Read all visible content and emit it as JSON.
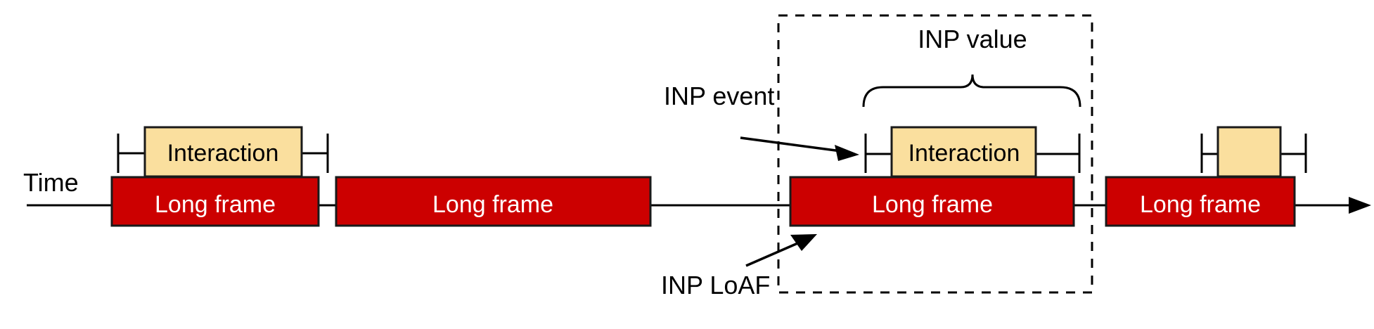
{
  "diagram": {
    "title": "INP timeline diagram",
    "colors": {
      "long_frame_fill": "#CC0000",
      "interaction_fill": "#FADF9E",
      "stroke": "#1A1A1A",
      "text_dark": "#000000",
      "text_light": "#FFFFFF",
      "background": "#FFFFFF"
    },
    "axis": {
      "label": "Time"
    },
    "annotations": {
      "inp_event": "INP event",
      "inp_value": "INP value",
      "inp_loaf": "INP LoAF"
    },
    "frames": [
      {
        "id": "frame-1",
        "label": "Long frame"
      },
      {
        "id": "frame-2",
        "label": "Long frame"
      },
      {
        "id": "frame-3",
        "label": "Long frame"
      },
      {
        "id": "frame-4",
        "label": "Long frame"
      }
    ],
    "interactions": [
      {
        "id": "interaction-1",
        "label": "Interaction"
      },
      {
        "id": "interaction-2",
        "label": "Interaction"
      },
      {
        "id": "interaction-3",
        "label": ""
      }
    ]
  }
}
